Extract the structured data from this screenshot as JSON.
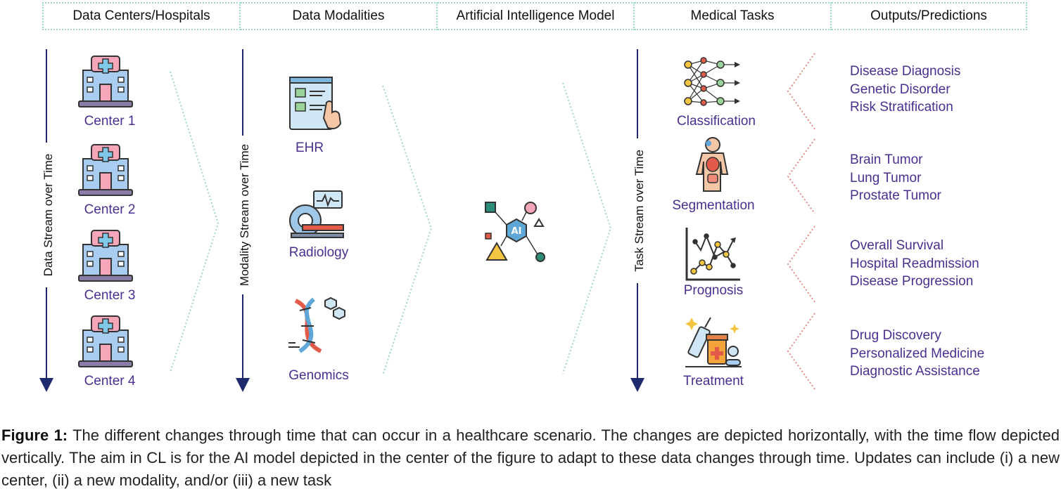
{
  "headers": [
    "Data Centers/Hospitals",
    "Data Modalities",
    "Artificial Intelligence Model",
    "Medical Tasks",
    "Outputs/Predictions"
  ],
  "streams": {
    "data": "Data Stream over Time",
    "modality": "Modality Stream over Time",
    "task": "Task Stream over Time"
  },
  "centers": [
    "Center 1",
    "Center 2",
    "Center 3",
    "Center 4"
  ],
  "modalities": [
    "EHR",
    "Radiology",
    "Genomics"
  ],
  "tasks": [
    "Classification",
    "Segmentation",
    "Prognosis",
    "Treatment"
  ],
  "outputs": [
    [
      "Disease Diagnosis",
      "Genetic Disorder",
      "Risk Stratification"
    ],
    [
      "Brain Tumor",
      "Lung Tumor",
      "Prostate Tumor"
    ],
    [
      "Overall Survival",
      "Hospital Readmission",
      "Disease Progression"
    ],
    [
      "Drug Discovery",
      "Personalized Medicine",
      "Diagnostic Assistance"
    ]
  ],
  "ai_label": "AI",
  "caption": {
    "label": "Figure 1:",
    "text": " The different changes through time that can occur in a healthcare scenario. The changes are depicted horizontally, with the time flow depicted vertically. The aim in CL is for the AI model depicted in the center of the figure to adapt to these data changes through time. Updates can include (i) a new center, (ii) a new modality, and/or (iii) a new task"
  },
  "colors": {
    "label_purple": "#4b2f8e",
    "arrow_navy": "#1f2a6e",
    "dotted_green": "#9fd8c8",
    "dotted_red": "#e58a84"
  }
}
